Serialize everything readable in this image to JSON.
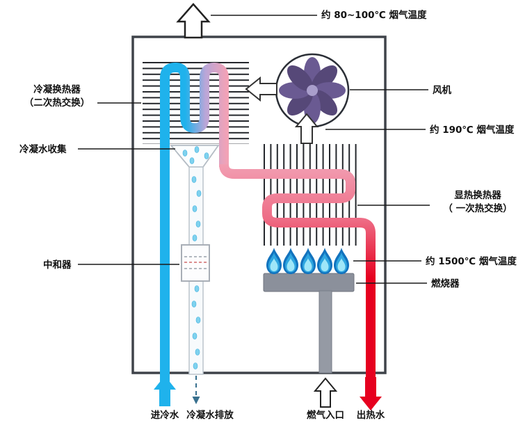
{
  "diagram": {
    "type": "condensing-gas-water-heater-schematic",
    "labels": {
      "flue_outlet_temp": "约 80~100℃ 烟气温度",
      "condensing_exchanger_line1": "冷凝换热器",
      "condensing_exchanger_line2": "（二次热交换）",
      "condensate_collection": "冷凝水收集",
      "neutralizer": "中和器",
      "fan": "风机",
      "mid_flue_temp": "约 190℃ 烟气温度",
      "sensible_exchanger_line1": "显热换热器",
      "sensible_exchanger_line2": "（ 一次热交换）",
      "flame_temp": "约 1500℃ 烟气温度",
      "burner": "燃烧器",
      "cold_water_inlet": "进冷水",
      "condensate_drain": "冷凝水排放",
      "gas_inlet": "燃气入口",
      "hot_water_outlet": "出热水"
    },
    "colors": {
      "cold_water": "#1fb2ec",
      "warm_water": "#f2a2b6",
      "hot_water": "#e6001f",
      "fan_blade": "#6a5a92",
      "fan_blade_dark": "#564878",
      "burner_gray": "#8b909b",
      "flame_outer": "#1273be",
      "flame_inner": "#9fe6f8",
      "casing_border": "#3f434a",
      "fin": "#23262b",
      "label_text": "#111111"
    }
  }
}
